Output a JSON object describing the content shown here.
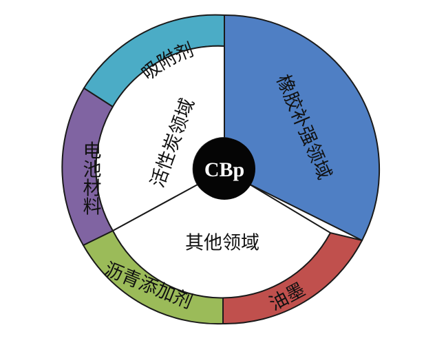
{
  "center": {
    "label": "CBp",
    "color": "#050505"
  },
  "outer_ring": [
    {
      "id": "rubber",
      "label": "橡胶补强领域",
      "color": "#4f7fc4"
    },
    {
      "id": "ink",
      "label": "油墨",
      "color": "#c0504d"
    },
    {
      "id": "asphalt",
      "label": "沥青添加剂",
      "color": "#9bbb59"
    },
    {
      "id": "battery",
      "label": "电池材料",
      "color": "#8064a2"
    },
    {
      "id": "adsorbent",
      "label": "吸附剂",
      "color": "#4bacc6"
    }
  ],
  "inner_sectors": [
    {
      "id": "activated-carbon",
      "label": "活性炭领域"
    },
    {
      "id": "other",
      "label": "其他领域"
    }
  ]
}
